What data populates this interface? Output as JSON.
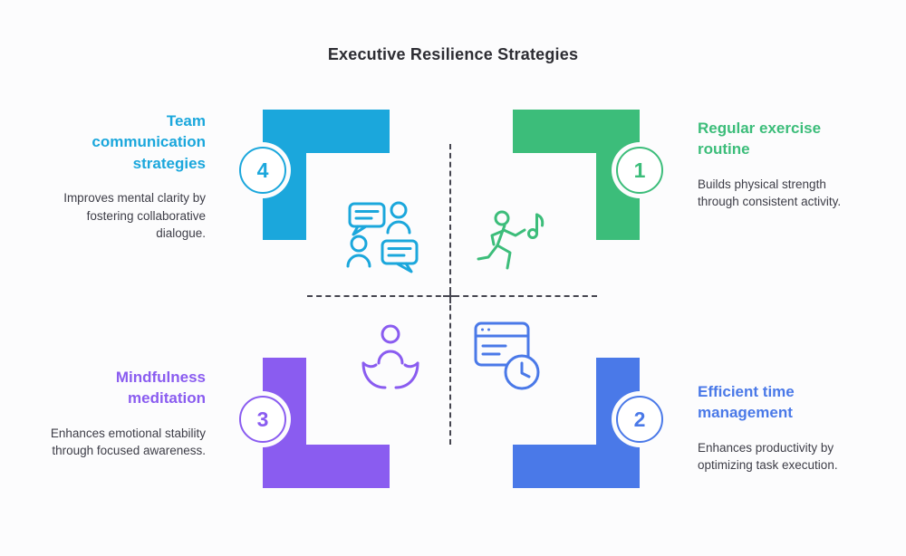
{
  "title": "Executive Resilience Strategies",
  "quadrants": [
    {
      "position": "top-left",
      "number": "4",
      "title": "Team communication strategies",
      "description": "Improves mental clarity by fostering collaborative dialogue.",
      "color": "#1ba7dc",
      "icon": "chat-people-icon"
    },
    {
      "position": "top-right",
      "number": "1",
      "title": "Regular exercise routine",
      "description": "Builds physical strength through consistent activity.",
      "color": "#3cbd7a",
      "icon": "runner-music-icon"
    },
    {
      "position": "bottom-left",
      "number": "3",
      "title": "Mindfulness meditation",
      "description": "Enhances emotional stability through focused awareness.",
      "color": "#8a5cf0",
      "icon": "meditation-hands-icon"
    },
    {
      "position": "bottom-right",
      "number": "2",
      "title": "Efficient time management",
      "description": "Enhances productivity by optimizing task execution.",
      "color": "#4a79e8",
      "icon": "schedule-clock-icon"
    }
  ]
}
